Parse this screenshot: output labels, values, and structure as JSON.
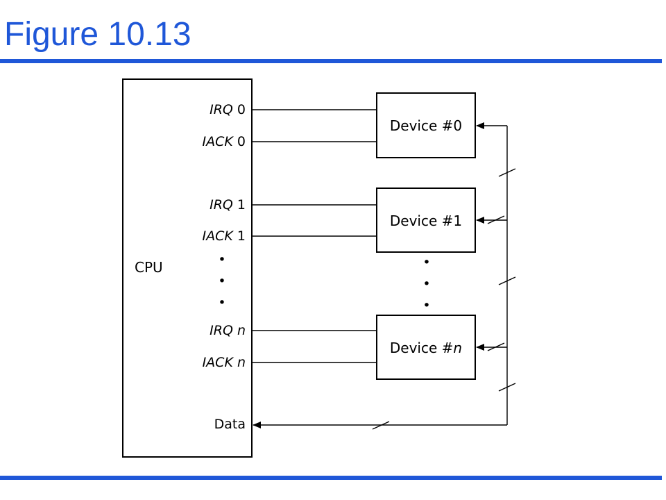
{
  "title": "Figure 10.13",
  "colors": {
    "accent": "#1f57d8",
    "ink": "#000000"
  },
  "cpu": {
    "label": "CPU"
  },
  "signals": [
    {
      "name": "IRQ",
      "index": "0"
    },
    {
      "name": "IACK",
      "index": "0"
    },
    {
      "name": "IRQ",
      "index": "1"
    },
    {
      "name": "IACK",
      "index": "1"
    },
    {
      "name": "IRQ",
      "index": "n"
    },
    {
      "name": "IACK",
      "index": "n"
    }
  ],
  "data_port": {
    "label": "Data"
  },
  "devices": [
    {
      "prefix": "Device #",
      "index": "0"
    },
    {
      "prefix": "Device #",
      "index": "1"
    },
    {
      "prefix": "Device #",
      "index": "n"
    }
  ],
  "ellipsis_dot": "•"
}
